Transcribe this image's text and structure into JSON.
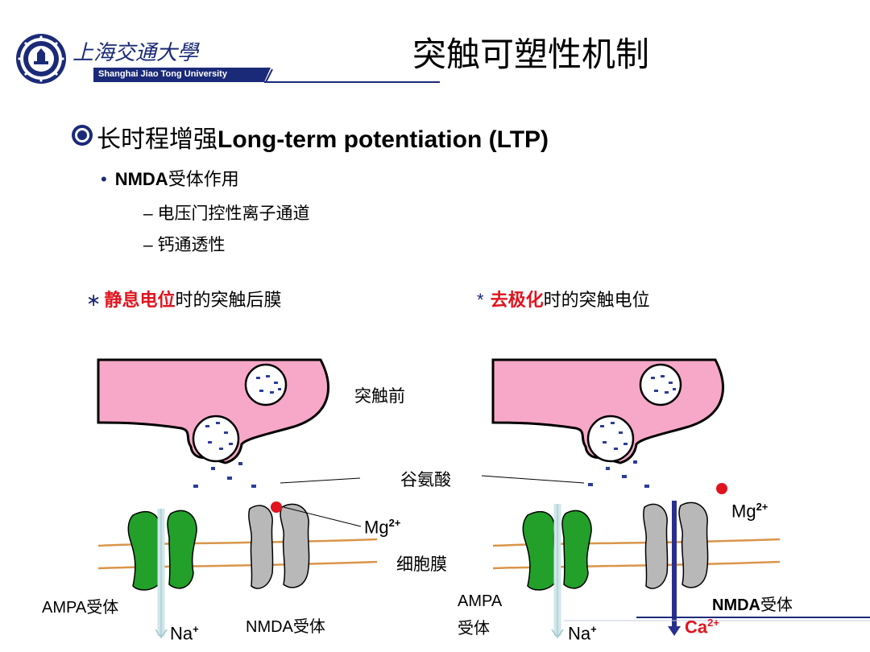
{
  "header": {
    "title": "突触可塑性机制",
    "university_cn": "上海交通大學",
    "university_en": "Shanghai Jiao Tong University"
  },
  "content": {
    "heading": "长时程增强Long-term potentiation (LTP)",
    "heading_cn": "长时程增强",
    "heading_en": "Long-term potentiation (LTP)",
    "bullet": "NMDA受体作用",
    "bullet_en": "NMDA",
    "bullet_cn": "受体作用",
    "sub_items": [
      "– 电压门控性离子通道",
      "– 钙通透性"
    ]
  },
  "captions": {
    "left_marker": "∗",
    "left_red": "静息电位",
    "left_rest": "时的突触后膜",
    "right_marker": "*",
    "right_red": "去极化",
    "right_rest": "时的突触电位"
  },
  "diagram": {
    "presynaptic": "突触前",
    "glutamate": "谷氨酸",
    "mg": "Mg",
    "mg_charge": "2+",
    "membrane": "细胞膜",
    "ampa_left": "AMPA受体",
    "ampa_right_1": "AMPA",
    "ampa_right_2": "受体",
    "nmda_left": "NMDA受体",
    "nmda_right_en": "NMDA",
    "nmda_right_cn": "受体",
    "na": "Na",
    "na_charge": "+",
    "ca": "Ca",
    "ca_charge": "2+"
  },
  "colors": {
    "brand_navy": "#1b2a78",
    "presynaptic_pink": "#f7a8c8",
    "ampa_green": "#22a02a",
    "nmda_gray": "#b8b8b8",
    "membrane_orange": "#d9954a",
    "glutamate_blue": "#2b3d9a",
    "mg_red": "#e0141e",
    "ca_arrow": "#2a2f8f",
    "na_arrow": "#cfe6ea"
  }
}
